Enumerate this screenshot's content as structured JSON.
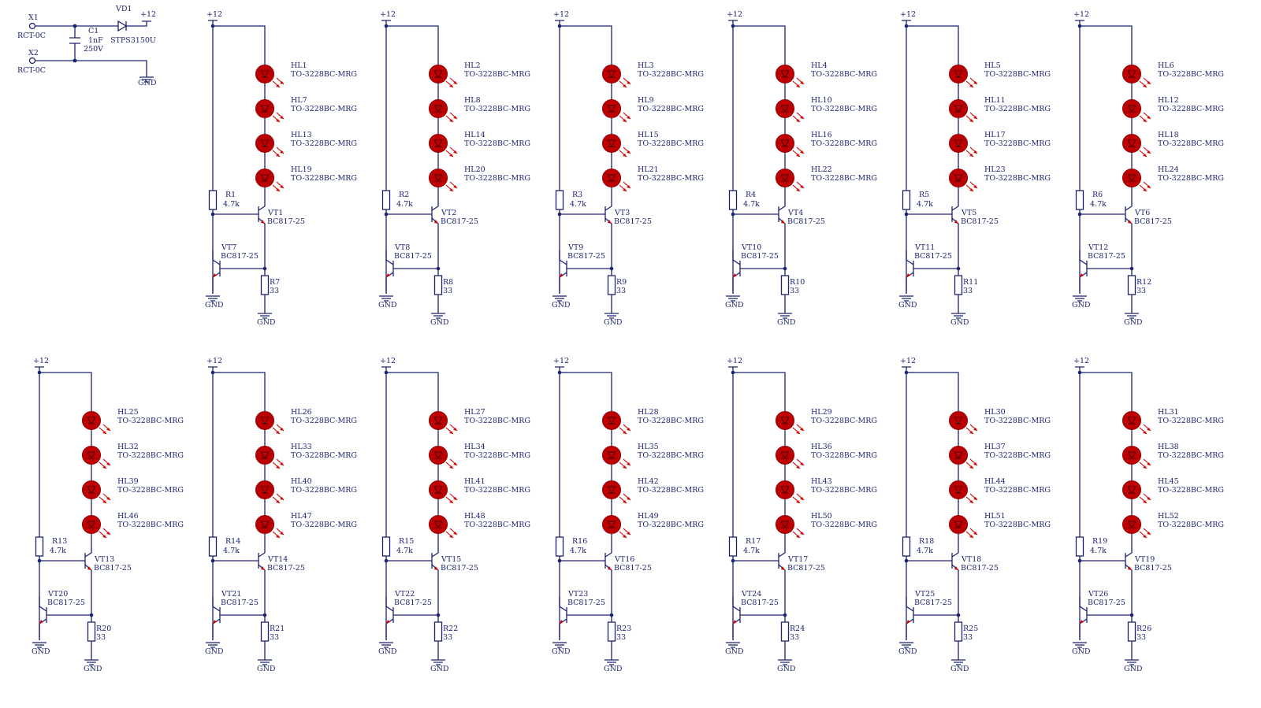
{
  "input": {
    "connector_top": {
      "ref": "X1",
      "type": "RCT-0C"
    },
    "connector_bottom": {
      "ref": "X2",
      "type": "RCT-0C"
    },
    "capacitor": {
      "ref": "C1",
      "value": "1nF",
      "voltage": "250V"
    },
    "diode": {
      "ref": "VD1",
      "part": "STPS3150U"
    },
    "supply_label": "+12",
    "ground_label": "GND"
  },
  "led_part": "TO-3228BC-MRG",
  "transistor_part": "BC817-25",
  "base_resistor_value": "4.7k",
  "sense_resistor_value": "33",
  "supply_label": "+12",
  "ground_label": "GND",
  "rows": [
    {
      "modules": [
        {
          "leds": [
            "HL1",
            "HL7",
            "HL13",
            "HL19"
          ],
          "base_resistor": "R1",
          "driver": "VT1",
          "limiter": "VT7",
          "sense_resistor": "R7"
        },
        {
          "leds": [
            "HL2",
            "HL8",
            "HL14",
            "HL20"
          ],
          "base_resistor": "R2",
          "driver": "VT2",
          "limiter": "VT8",
          "sense_resistor": "R8"
        },
        {
          "leds": [
            "HL3",
            "HL9",
            "HL15",
            "HL21"
          ],
          "base_resistor": "R3",
          "driver": "VT3",
          "limiter": "VT9",
          "sense_resistor": "R9"
        },
        {
          "leds": [
            "HL4",
            "HL10",
            "HL16",
            "HL22"
          ],
          "base_resistor": "R4",
          "driver": "VT4",
          "limiter": "VT10",
          "sense_resistor": "R10"
        },
        {
          "leds": [
            "HL5",
            "HL11",
            "HL17",
            "HL23"
          ],
          "base_resistor": "R5",
          "driver": "VT5",
          "limiter": "VT11",
          "sense_resistor": "R11"
        },
        {
          "leds": [
            "HL6",
            "HL12",
            "HL18",
            "HL24"
          ],
          "base_resistor": "R6",
          "driver": "VT6",
          "limiter": "VT12",
          "sense_resistor": "R12"
        }
      ]
    },
    {
      "modules": [
        {
          "leds": [
            "HL25",
            "HL32",
            "HL39",
            "HL46"
          ],
          "base_resistor": "R13",
          "driver": "VT13",
          "limiter": "VT20",
          "sense_resistor": "R20"
        },
        {
          "leds": [
            "HL26",
            "HL33",
            "HL40",
            "HL47"
          ],
          "base_resistor": "R14",
          "driver": "VT14",
          "limiter": "VT21",
          "sense_resistor": "R21"
        },
        {
          "leds": [
            "HL27",
            "HL34",
            "HL41",
            "HL48"
          ],
          "base_resistor": "R15",
          "driver": "VT15",
          "limiter": "VT22",
          "sense_resistor": "R22"
        },
        {
          "leds": [
            "HL28",
            "HL35",
            "HL42",
            "HL49"
          ],
          "base_resistor": "R16",
          "driver": "VT16",
          "limiter": "VT23",
          "sense_resistor": "R23"
        },
        {
          "leds": [
            "HL29",
            "HL36",
            "HL43",
            "HL50"
          ],
          "base_resistor": "R17",
          "driver": "VT17",
          "limiter": "VT24",
          "sense_resistor": "R24"
        },
        {
          "leds": [
            "HL30",
            "HL37",
            "HL44",
            "HL51"
          ],
          "base_resistor": "R18",
          "driver": "VT18",
          "limiter": "VT25",
          "sense_resistor": "R25"
        },
        {
          "leds": [
            "HL31",
            "HL38",
            "HL45",
            "HL52"
          ],
          "base_resistor": "R19",
          "driver": "VT19",
          "limiter": "VT26",
          "sense_resistor": "R26"
        }
      ]
    }
  ]
}
